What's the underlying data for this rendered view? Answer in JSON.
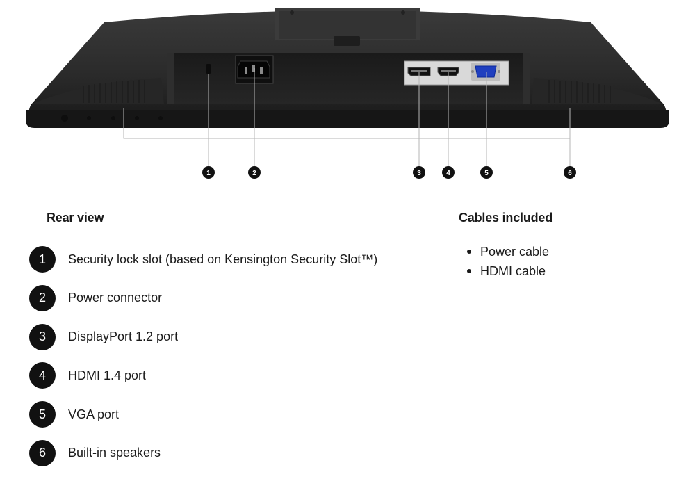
{
  "rear_view": {
    "title": "Rear view",
    "items": [
      {
        "number": "1",
        "label": "Security lock slot (based on Kensington Security Slot™)"
      },
      {
        "number": "2",
        "label": "Power connector"
      },
      {
        "number": "3",
        "label": "DisplayPort 1.2 port"
      },
      {
        "number": "4",
        "label": "HDMI 1.4 port"
      },
      {
        "number": "5",
        "label": "VGA port"
      },
      {
        "number": "6",
        "label": "Built-in speakers"
      }
    ]
  },
  "cables_included": {
    "title": "Cables included",
    "items": [
      "Power cable",
      "HDMI cable"
    ]
  },
  "diagram": {
    "callouts": [
      "1",
      "2",
      "3",
      "4",
      "5",
      "6"
    ]
  },
  "colors": {
    "monitor_body": "#2b2b2b",
    "monitor_dark": "#1c1c1c",
    "callout_fill": "#111111",
    "leader_line": "#b5b5b5"
  }
}
